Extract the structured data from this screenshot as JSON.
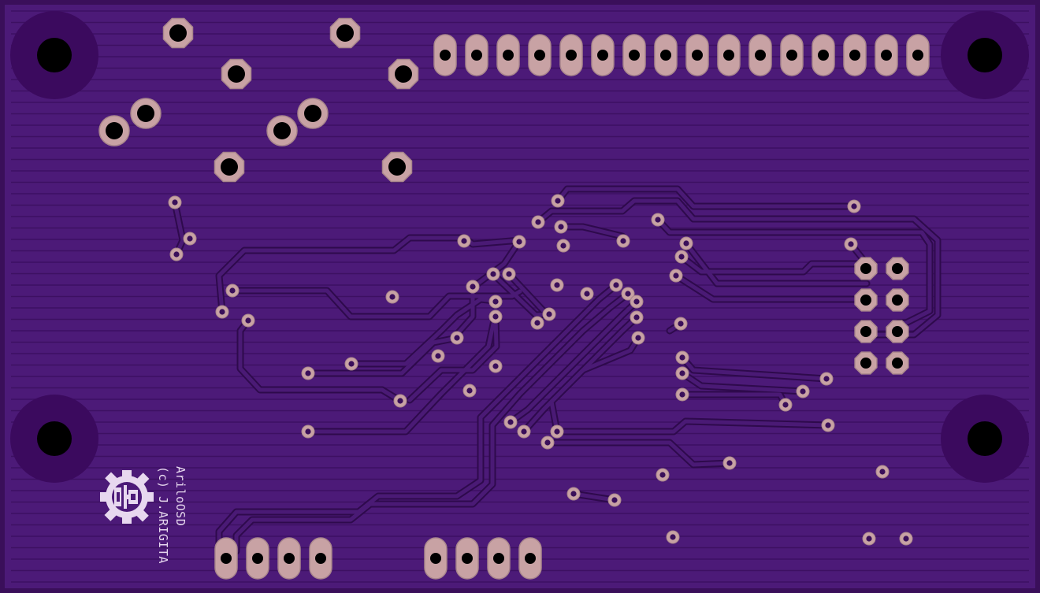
{
  "board": {
    "silkscreen_lines": [
      "AriloOSD",
      "(c) J.ARIGITA"
    ],
    "logo": "Open Source Hardware logo"
  },
  "colors": {
    "board": "#4c1a78",
    "board_edge": "#3a0f5a",
    "stripe": "#3d1062",
    "trace_outline": "#2e0a4c",
    "trace_fill": "#4a1a75",
    "pad_copper": "#c8a2a4",
    "pad_rim": "#a9868c",
    "drill": "#000000",
    "mounting_pad": "#3b0a5e",
    "silkscreen": "#e7d8ef"
  },
  "icons": {
    "logo": "oshw-gear-icon"
  }
}
